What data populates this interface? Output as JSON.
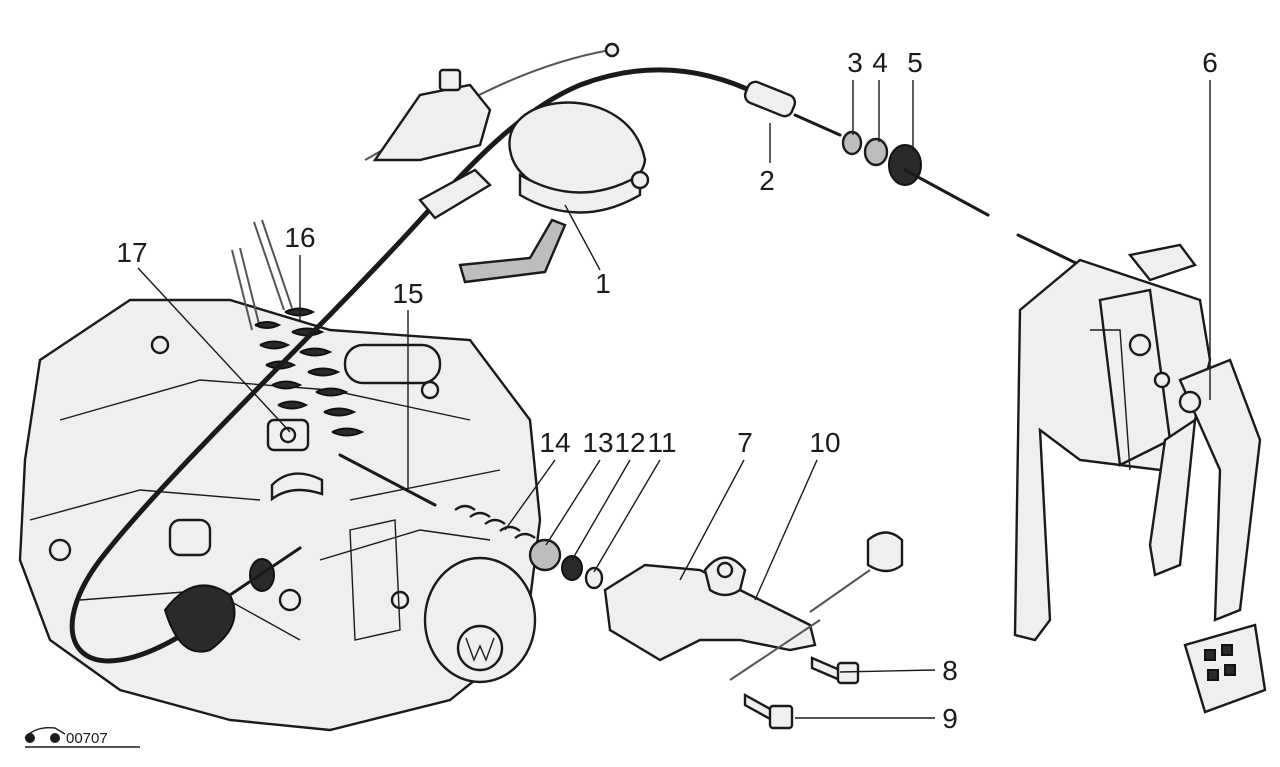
{
  "figure": {
    "code": "00707",
    "callouts": [
      {
        "id": "c1",
        "label": "1"
      },
      {
        "id": "c2",
        "label": "2"
      },
      {
        "id": "c3",
        "label": "3"
      },
      {
        "id": "c4",
        "label": "4"
      },
      {
        "id": "c5",
        "label": "5"
      },
      {
        "id": "c6",
        "label": "6"
      },
      {
        "id": "c7",
        "label": "7"
      },
      {
        "id": "c8",
        "label": "8"
      },
      {
        "id": "c9",
        "label": "9"
      },
      {
        "id": "c10",
        "label": "10"
      },
      {
        "id": "c11",
        "label": "11"
      },
      {
        "id": "c12",
        "label": "12"
      },
      {
        "id": "c13",
        "label": "13"
      },
      {
        "id": "c14",
        "label": "14"
      },
      {
        "id": "c15",
        "label": "15"
      },
      {
        "id": "c16",
        "label": "16"
      },
      {
        "id": "c17",
        "label": "17"
      }
    ]
  },
  "colors": {
    "ink": "#1a1a1a",
    "paper": "#ffffff",
    "metal_light": "#efefef",
    "metal_mid": "#bdbdbd",
    "rubber": "#2a2a2a"
  }
}
